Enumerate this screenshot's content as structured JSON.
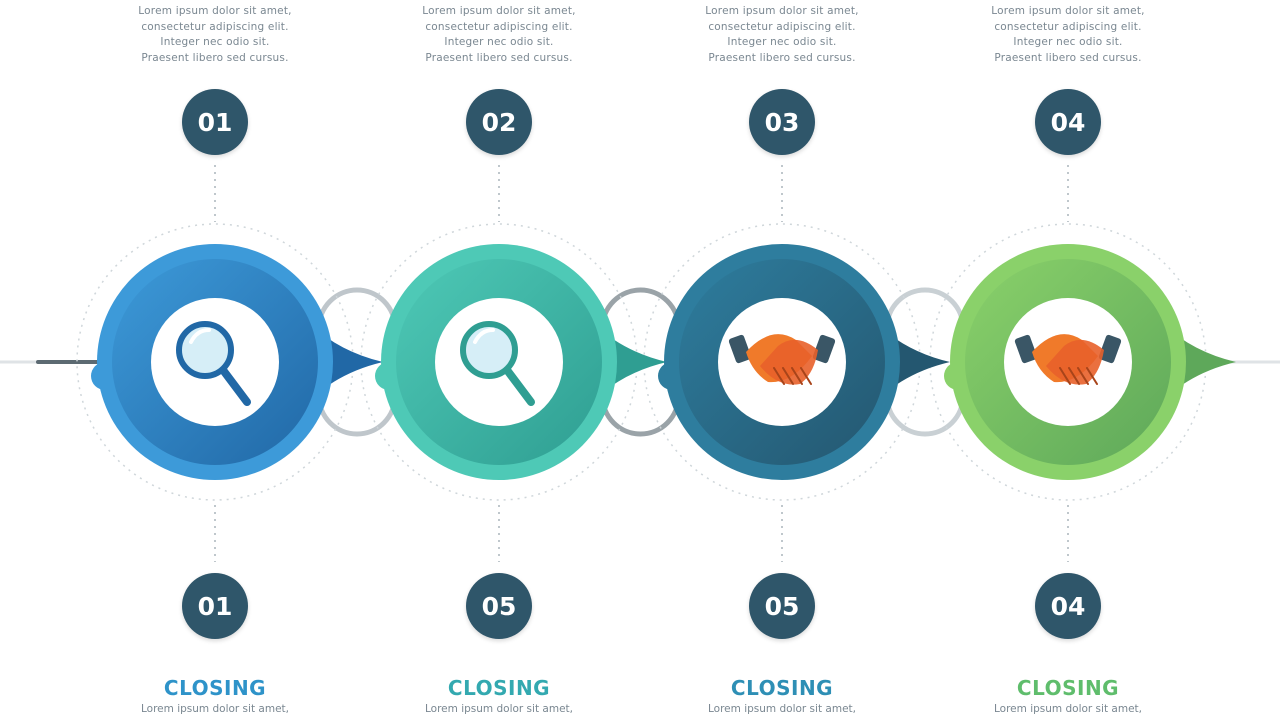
{
  "steps": [
    {
      "top_number": "01",
      "bottom_number": "01",
      "title": "CLOSING",
      "icon": "magnifier-icon",
      "color_light": "#3d9ad9",
      "color_dark": "#2168a6",
      "title_color": "#2e93c9",
      "top_text": [
        "Lorem ipsum dolor sit amet,",
        "consectetur adipiscing elit.",
        "Integer nec odio sit.",
        "Praesent libero sed cursus."
      ],
      "bottom_text": "Lorem ipsum dolor sit amet,"
    },
    {
      "top_number": "02",
      "bottom_number": "05",
      "title": "CLOSING",
      "icon": "magnifier-icon",
      "color_light": "#4ec9b6",
      "color_dark": "#2f9e92",
      "title_color": "#33a9b0",
      "top_text": [
        "Lorem ipsum dolor sit amet,",
        "consectetur adipiscing elit.",
        "Integer nec odio sit.",
        "Praesent libero sed cursus."
      ],
      "bottom_text": "Lorem ipsum dolor sit amet,"
    },
    {
      "top_number": "03",
      "bottom_number": "05",
      "title": "CLOSING",
      "icon": "handshake-icon",
      "color_light": "#2e7d9e",
      "color_dark": "#245770",
      "title_color": "#2e8fb5",
      "top_text": [
        "Lorem ipsum dolor sit amet,",
        "consectetur adipiscing elit.",
        "Integer nec odio sit.",
        "Praesent libero sed cursus."
      ],
      "bottom_text": "Lorem ipsum dolor sit amet,"
    },
    {
      "top_number": "04",
      "bottom_number": "04",
      "title": "CLOSING",
      "icon": "handshake-icon",
      "color_light": "#8ad16a",
      "color_dark": "#5ea85a",
      "title_color": "#5fbd6c",
      "top_text": [
        "Lorem ipsum dolor sit amet,",
        "consectetur adipiscing elit.",
        "Integer nec odio sit.",
        "Praesent libero sed cursus."
      ],
      "bottom_text": "Lorem ipsum dolor sit amet,"
    }
  ],
  "colors": {
    "badge": "#2f566a",
    "connector": "#c9d0d4",
    "axis": "#5c6a72",
    "handshake_orange": "#f07a2a",
    "handshake_sleeve": "#3a5666"
  }
}
